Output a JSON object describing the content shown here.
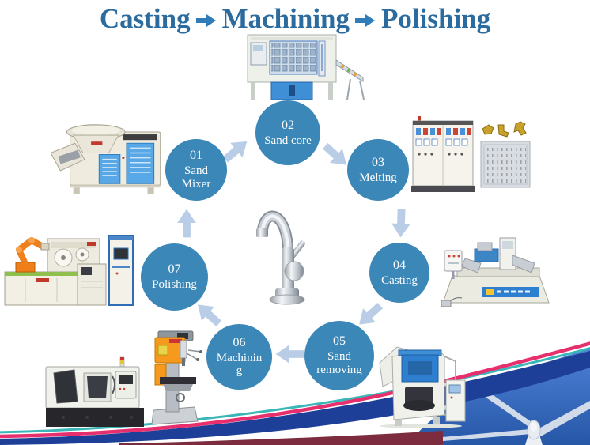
{
  "slide": {
    "title": {
      "segments": [
        "Casting",
        "Machining",
        "Polishing"
      ]
    },
    "steps": [
      {
        "number": "01",
        "label": "Sand Mixer"
      },
      {
        "number": "02",
        "label": "Sand core"
      },
      {
        "number": "03",
        "label": "Melting"
      },
      {
        "number": "04",
        "label": "Casting"
      },
      {
        "number": "05",
        "label": "Sand removing"
      },
      {
        "number": "06",
        "label": "Machining"
      },
      {
        "number": "07",
        "label": "Polishing"
      }
    ],
    "images": [
      {
        "name": "sand-core-machine-photo",
        "description": "core shooting machine with conveyor"
      },
      {
        "name": "sand-mixer-photo",
        "description": "sand mixer with blue doors"
      },
      {
        "name": "melting-equipment-photo",
        "description": "melting control cabinet, brass castings, mesh basket"
      },
      {
        "name": "casting-machine-photo",
        "description": "gravity die casting machine"
      },
      {
        "name": "sand-removal-machine-photo",
        "description": "shot blasting sand removal machine"
      },
      {
        "name": "drilling-machine-photo",
        "description": "orange drilling tapping machine"
      },
      {
        "name": "cnc-machine-photo",
        "description": "CNC machining center"
      },
      {
        "name": "polishing-robot-photo",
        "description": "robotic polishing cell"
      },
      {
        "name": "faucet-photo",
        "description": "chrome kitchen faucet product"
      },
      {
        "name": "wind-turbine-photo",
        "description": "wind turbine corner decoration"
      }
    ],
    "colors": {
      "title_text": "#2b6b9e",
      "title_arrow": "#2f7cb8",
      "step_circle": "#3a87b8",
      "step_text": "#ffffff",
      "flow_arrow": "#b9cde7",
      "ribbon_pink": "#e72f6e",
      "ribbon_teal": "#3bb6b8",
      "ribbon_blue": "#1d3f97",
      "ribbon_maroon": "#7c2c3e",
      "sky_blue": "#3f74c9"
    }
  }
}
